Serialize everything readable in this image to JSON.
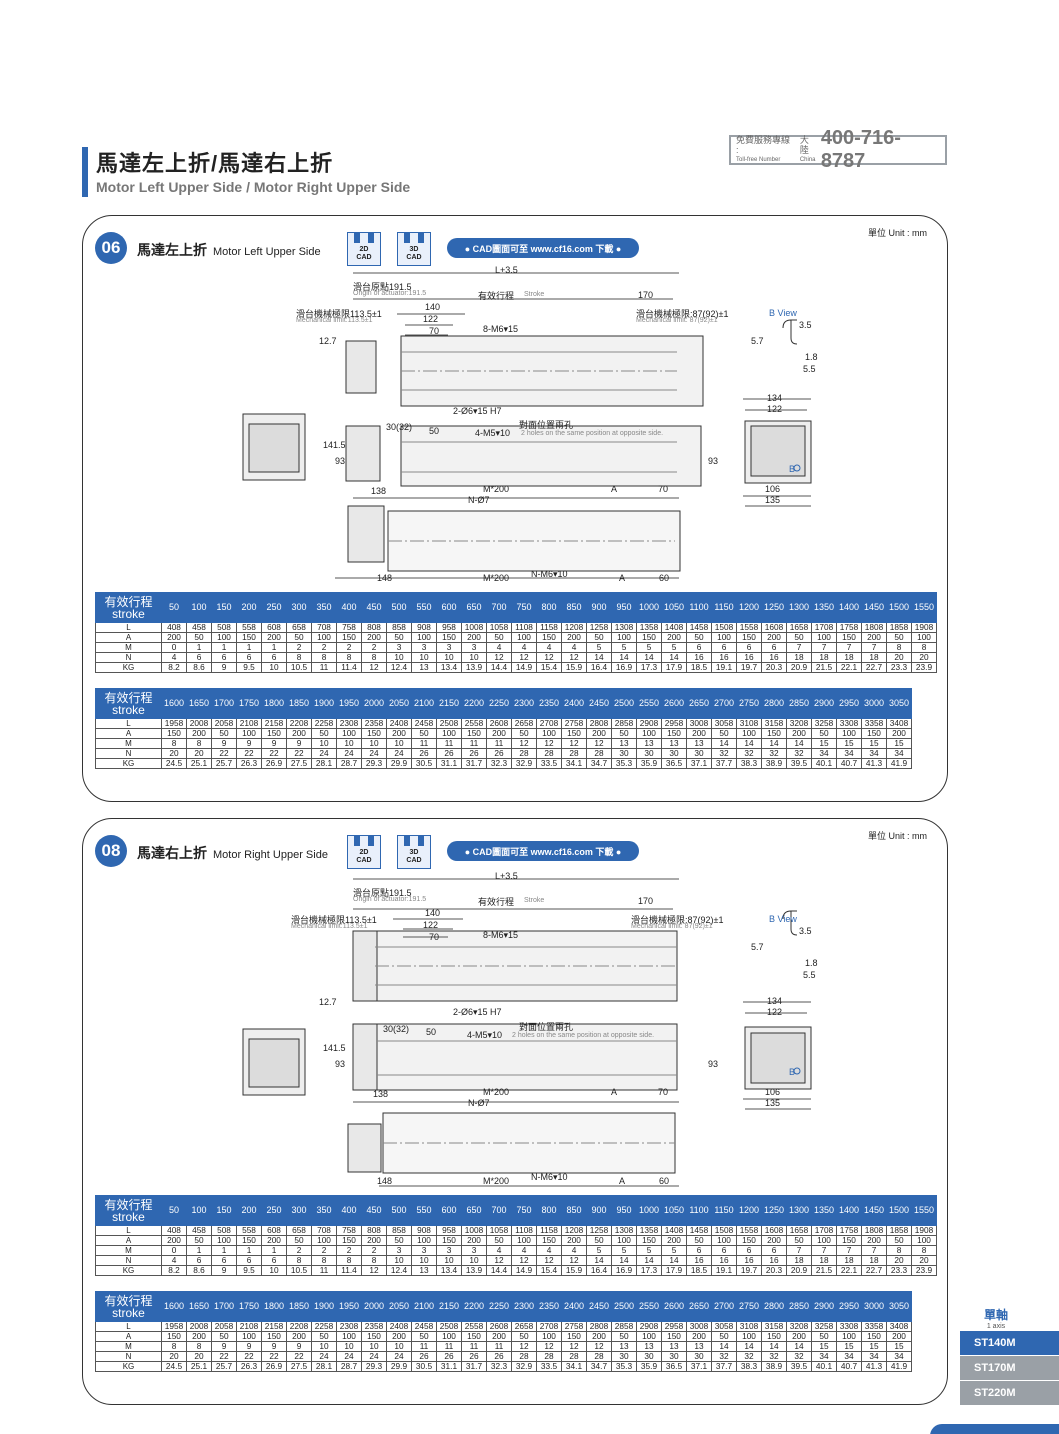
{
  "header": {
    "title_zh": "馬達左上折/馬達右上折",
    "title_en": "Motor Left Upper Side / Motor Right Upper Side",
    "hotline_label_zh": "免費服務專線 :",
    "hotline_label_en": "Toll-free Number",
    "hotline_region_zh": "大陸",
    "hotline_region_en": "China",
    "hotline_number": "400-716-8787"
  },
  "sections": [
    {
      "number": "06",
      "title_zh": "馬達左上折",
      "title_en": "Motor Left Upper Side",
      "cad2d": "2D\nCAD",
      "cad3d": "3D\nCAD",
      "cad_link": "● CAD圖面可至 www.cf16.com 下載 ●",
      "unit": "單位 Unit : mm"
    },
    {
      "number": "08",
      "title_zh": "馬達右上折",
      "title_en": "Motor Right Upper Side",
      "cad2d": "2D\nCAD",
      "cad3d": "3D\nCAD",
      "cad_link": "● CAD圖面可至 www.cf16.com 下載 ●",
      "unit": "單位 Unit : mm"
    }
  ],
  "drawing_labels": {
    "L": "L+3.5",
    "origin_zh": "滑台原點191.5",
    "origin_en": "Origin of actuator:191.5",
    "stroke_zh": "有效行程",
    "stroke_en": "Stroke",
    "d170": "170",
    "mech_zh": "滑台機械極限113.5±1",
    "mech_en": "Mechanical limit:113.5±1",
    "mech_r_zh": "滑台機械極限:87(92)±1",
    "mech_r_en": "Mechanical limit: 87(92)±1",
    "d140": "140",
    "d122": "122",
    "d70": "70",
    "m6": "8-M6▾15",
    "d127": "12.7",
    "bview": "B View",
    "d35": "3.5",
    "d57": "5.7",
    "d18": "1.8",
    "d55": "5.5",
    "hole2": "2-Ø6▾15 H7",
    "holes_zh": "對面位置兩孔",
    "m5": "4-M5▾10",
    "holes_en": "2 holes on the same position at opposite side.",
    "d3032": "30(32)",
    "d50": "50",
    "d1415": "141.5",
    "d93": "93",
    "d134": "134",
    "d122b": "122",
    "d106": "106",
    "d135": "135",
    "d138": "138",
    "m200": "M*200",
    "A": "A",
    "d70b": "70",
    "n7": "N-Ø7",
    "d148": "148",
    "nm6": "N-M6▾10",
    "d60": "60",
    "B": "B"
  },
  "table_head": {
    "zh": "有效行程",
    "en": "stroke"
  },
  "table1": {
    "strokes": [
      "50",
      "100",
      "150",
      "200",
      "250",
      "300",
      "350",
      "400",
      "450",
      "500",
      "550",
      "600",
      "650",
      "700",
      "750",
      "800",
      "850",
      "900",
      "950",
      "1000",
      "1050",
      "1100",
      "1150",
      "1200",
      "1250",
      "1300",
      "1350",
      "1400",
      "1450",
      "1500",
      "1550"
    ],
    "rows": [
      {
        "label": "L",
        "values": [
          "408",
          "458",
          "508",
          "558",
          "608",
          "658",
          "708",
          "758",
          "808",
          "858",
          "908",
          "958",
          "1008",
          "1058",
          "1108",
          "1158",
          "1208",
          "1258",
          "1308",
          "1358",
          "1408",
          "1458",
          "1508",
          "1558",
          "1608",
          "1658",
          "1708",
          "1758",
          "1808",
          "1858",
          "1908"
        ]
      },
      {
        "label": "A",
        "values": [
          "200",
          "50",
          "100",
          "150",
          "200",
          "50",
          "100",
          "150",
          "200",
          "50",
          "100",
          "150",
          "200",
          "50",
          "100",
          "150",
          "200",
          "50",
          "100",
          "150",
          "200",
          "50",
          "100",
          "150",
          "200",
          "50",
          "100",
          "150",
          "200",
          "50",
          "100"
        ]
      },
      {
        "label": "M",
        "values": [
          "0",
          "1",
          "1",
          "1",
          "1",
          "2",
          "2",
          "2",
          "2",
          "3",
          "3",
          "3",
          "3",
          "4",
          "4",
          "4",
          "4",
          "5",
          "5",
          "5",
          "5",
          "6",
          "6",
          "6",
          "6",
          "7",
          "7",
          "7",
          "7",
          "8",
          "8"
        ]
      },
      {
        "label": "N",
        "values": [
          "4",
          "6",
          "6",
          "6",
          "6",
          "8",
          "8",
          "8",
          "8",
          "10",
          "10",
          "10",
          "10",
          "12",
          "12",
          "12",
          "12",
          "14",
          "14",
          "14",
          "14",
          "16",
          "16",
          "16",
          "16",
          "18",
          "18",
          "18",
          "18",
          "20",
          "20"
        ]
      },
      {
        "label": "KG",
        "values": [
          "8.2",
          "8.6",
          "9",
          "9.5",
          "10",
          "10.5",
          "11",
          "11.4",
          "12",
          "12.4",
          "13",
          "13.4",
          "13.9",
          "14.4",
          "14.9",
          "15.4",
          "15.9",
          "16.4",
          "16.9",
          "17.3",
          "17.9",
          "18.5",
          "19.1",
          "19.7",
          "20.3",
          "20.9",
          "21.5",
          "22.1",
          "22.7",
          "23.3",
          "23.9"
        ]
      }
    ]
  },
  "table2": {
    "strokes": [
      "1600",
      "1650",
      "1700",
      "1750",
      "1800",
      "1850",
      "1900",
      "1950",
      "2000",
      "2050",
      "2100",
      "2150",
      "2200",
      "2250",
      "2300",
      "2350",
      "2400",
      "2450",
      "2500",
      "2550",
      "2600",
      "2650",
      "2700",
      "2750",
      "2800",
      "2850",
      "2900",
      "2950",
      "3000",
      "3050"
    ],
    "rows": [
      {
        "label": "L",
        "values": [
          "1958",
          "2008",
          "2058",
          "2108",
          "2158",
          "2208",
          "2258",
          "2308",
          "2358",
          "2408",
          "2458",
          "2508",
          "2558",
          "2608",
          "2658",
          "2708",
          "2758",
          "2808",
          "2858",
          "2908",
          "2958",
          "3008",
          "3058",
          "3108",
          "3158",
          "3208",
          "3258",
          "3308",
          "3358",
          "3408"
        ]
      },
      {
        "label": "A",
        "values": [
          "150",
          "200",
          "50",
          "100",
          "150",
          "200",
          "50",
          "100",
          "150",
          "200",
          "50",
          "100",
          "150",
          "200",
          "50",
          "100",
          "150",
          "200",
          "50",
          "100",
          "150",
          "200",
          "50",
          "100",
          "150",
          "200",
          "50",
          "100",
          "150",
          "200"
        ]
      },
      {
        "label": "M",
        "values": [
          "8",
          "8",
          "9",
          "9",
          "9",
          "9",
          "10",
          "10",
          "10",
          "10",
          "11",
          "11",
          "11",
          "11",
          "12",
          "12",
          "12",
          "12",
          "13",
          "13",
          "13",
          "13",
          "14",
          "14",
          "14",
          "14",
          "15",
          "15",
          "15",
          "15"
        ]
      },
      {
        "label": "N",
        "values": [
          "20",
          "20",
          "22",
          "22",
          "22",
          "22",
          "24",
          "24",
          "24",
          "24",
          "26",
          "26",
          "26",
          "26",
          "28",
          "28",
          "28",
          "28",
          "30",
          "30",
          "30",
          "30",
          "32",
          "32",
          "32",
          "32",
          "34",
          "34",
          "34",
          "34"
        ]
      },
      {
        "label": "KG",
        "values": [
          "24.5",
          "25.1",
          "25.7",
          "26.3",
          "26.9",
          "27.5",
          "28.1",
          "28.7",
          "29.3",
          "29.9",
          "30.5",
          "31.1",
          "31.7",
          "32.3",
          "32.9",
          "33.5",
          "34.1",
          "34.7",
          "35.3",
          "35.9",
          "36.5",
          "37.1",
          "37.7",
          "38.3",
          "38.9",
          "39.5",
          "40.1",
          "40.7",
          "41.3",
          "41.9"
        ]
      }
    ]
  },
  "side": {
    "zh": "單軸",
    "en": "1 axis",
    "code": "ST",
    "tabs": [
      {
        "label": "ST140M",
        "color": "#2f67b1"
      },
      {
        "label": "ST170M",
        "color": "#9aa0a6"
      },
      {
        "label": "ST220M",
        "color": "#9aa0a6"
      }
    ]
  }
}
